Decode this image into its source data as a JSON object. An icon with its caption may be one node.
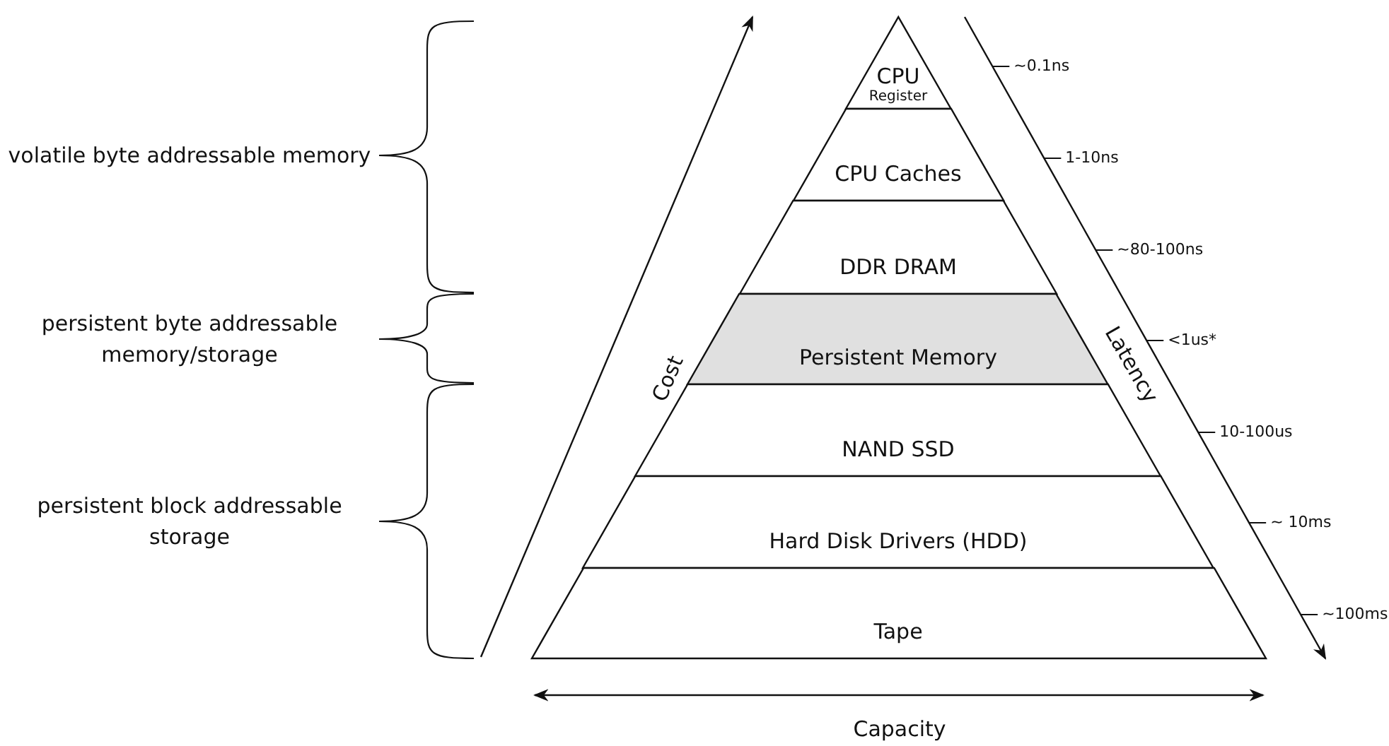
{
  "diagram": {
    "nodes": [
      {
        "text": [
          "CPU",
          "Register"
        ]
      },
      {
        "text": [
          "CPU Caches"
        ]
      },
      {
        "text": [
          "DDR DRAM"
        ]
      },
      {
        "text": [
          "Persistent Memory"
        ]
      },
      {
        "text": [
          "NAND SSD"
        ]
      },
      {
        "text": [
          "Hard Disk Drivers (HDD)"
        ]
      },
      {
        "text": [
          "Tape"
        ]
      }
    ],
    "edges": [],
    "labels": [
      "volatile byte addressable memory",
      "~0.1ns",
      "1-10ns",
      "~80-100ns",
      "persistent byte addressable memory/storage",
      "Cost",
      "Latency",
      "<1us*",
      "10-100us",
      "persistent block addressable storage",
      "~ 10ms",
      "~100ms",
      "Capacity"
    ]
  }
}
